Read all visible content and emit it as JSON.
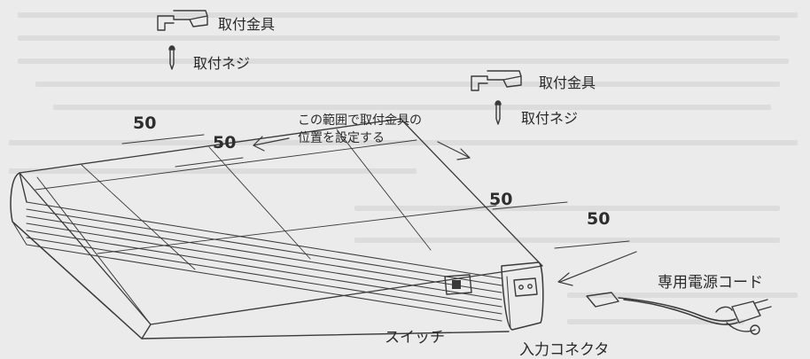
{
  "labels": {
    "bracket_top": "取付金具",
    "screw_top": "取付ネジ",
    "bracket_right": "取付金具",
    "screw_right": "取付ネジ",
    "switch": "スイッチ",
    "input_connector": "入力コネクタ",
    "power_cord": "専用電源コード"
  },
  "note": {
    "line1": "この範囲で取付金具の",
    "line2": "位置を設定する"
  },
  "dimensions": {
    "top_outer": "50",
    "top_inner": "50",
    "right_inner": "50",
    "right_outer": "50"
  },
  "colors": {
    "background": "#ebebeb",
    "line": "#3a3a3a",
    "faint_text": "#c6c6c6"
  }
}
